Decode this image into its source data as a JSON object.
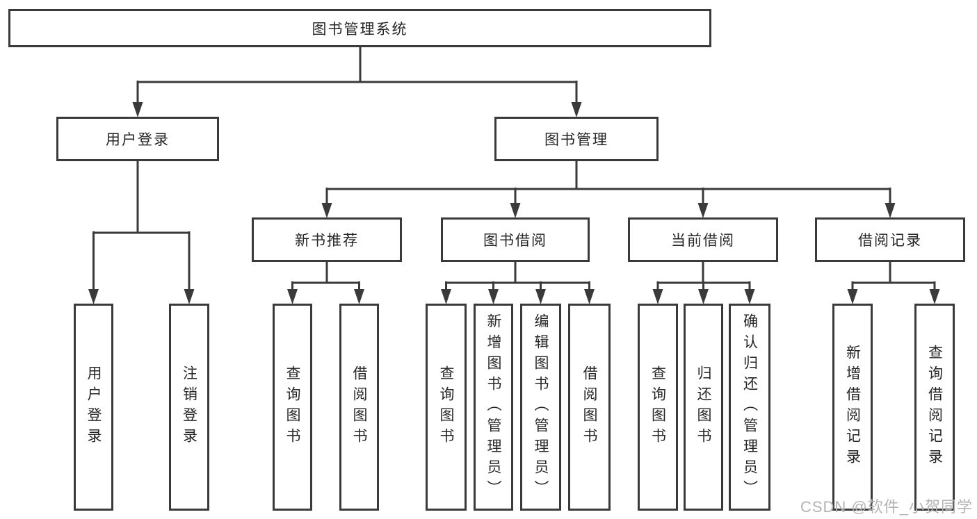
{
  "nodes": {
    "root": {
      "label": "图书管理系统"
    },
    "user_login": {
      "label": "用户登录"
    },
    "book_mgmt": {
      "label": "图书管理"
    },
    "new_book_rec": {
      "label": "新书推荐"
    },
    "book_borrow": {
      "label": "图书借阅"
    },
    "current_borrow": {
      "label": "当前借阅"
    },
    "borrow_records": {
      "label": "借阅记录"
    },
    "ul_user_login": {
      "label": "用户登录"
    },
    "ul_logout": {
      "label": "注销登录"
    },
    "nb_query_books": {
      "label": "查询图书"
    },
    "nb_borrow_books": {
      "label": "借阅图书"
    },
    "bb_query_books": {
      "label": "查询图书"
    },
    "bb_add_books": {
      "label": "新增图书（管理员）"
    },
    "bb_edit_books": {
      "label": "编辑图书（管理员）"
    },
    "bb_borrow_books": {
      "label": "借阅图书"
    },
    "cb_query_books": {
      "label": "查询图书"
    },
    "cb_return_books": {
      "label": "归还图书"
    },
    "cb_confirm_return": {
      "label": "确认归还（管理员）"
    },
    "br_add_record": {
      "label": "新增借阅记录"
    },
    "br_query_record": {
      "label": "查询借阅记录"
    }
  },
  "watermark": {
    "text": "CSDN @软件_小贺同学"
  },
  "colors": {
    "line": "#3a3a3a",
    "box_border": "#3a3a3a",
    "text": "#262626",
    "watermark": "#b3b3b3",
    "background": "#ffffff"
  }
}
